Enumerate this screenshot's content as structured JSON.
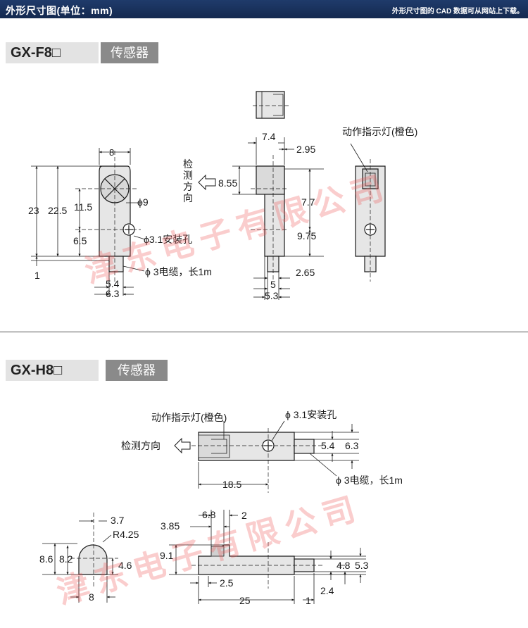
{
  "header": {
    "title": "外形尺寸图(单位：mm)",
    "cad_note": "外形尺寸图的 CAD 数据可从网站上下载。"
  },
  "sections": [
    {
      "model": "GX-F8□",
      "type_label": "传感器",
      "labels": {
        "indicator": "动作指示灯(橙色)",
        "direction_v": [
          "检",
          "测",
          "方",
          "向"
        ],
        "phi9": "ϕ9",
        "mount_hole": "ϕ3.1安装孔",
        "cable": "ϕ 3电缆，长1m"
      },
      "dims": {
        "d8": "8",
        "d23": "23",
        "d22_5": "22.5",
        "d11_5": "11.5",
        "d6_5": "6.5",
        "d1": "1",
        "d5_4": "5.4",
        "d6_3": "6.3",
        "d7_4": "7.4",
        "d2_95": "2.95",
        "d8_55": "8.55",
        "d7_7": "7.7",
        "d9_75": "9.75",
        "d2_65": "2.65",
        "d5": "5",
        "d5_3": "5.3"
      }
    },
    {
      "model": "GX-H8□",
      "type_label": "传感器",
      "labels": {
        "indicator": "动作指示灯(橙色)",
        "direction": "检测方向",
        "mount_hole": "ϕ 3.1安装孔",
        "cable": "ϕ 3电缆，长1m",
        "radius": "R4.25"
      },
      "dims": {
        "d5_4": "5.4",
        "d6_3": "6.3",
        "d18_5": "18.5",
        "d3_7": "3.7",
        "d8_6": "8.6",
        "d8_2": "8.2",
        "d4_6": "4.6",
        "d8": "8",
        "d6_8": "6.8",
        "d2": "2",
        "d3_85": "3.85",
        "d9_1": "9.1",
        "d4_8": "4.8",
        "d5_3": "5.3",
        "d2_5": "2.5",
        "d2_4": "2.4",
        "d25": "25",
        "d1": "1"
      }
    }
  ],
  "watermark": "津东电子有限公司",
  "colors": {
    "header_bg": "#1f3b6b",
    "model_box": "#e3e3e3",
    "type_box": "#8a8a8a",
    "watermark": "#f05a5a"
  }
}
